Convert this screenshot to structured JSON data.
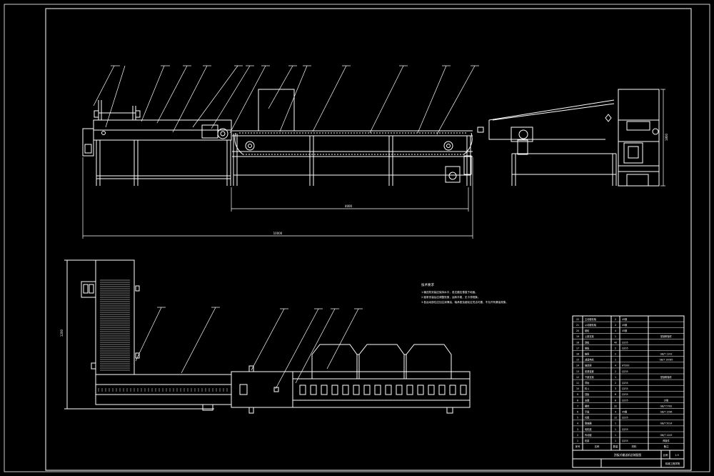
{
  "colors": {
    "background": "#000000",
    "line": "#ffffff"
  },
  "drawing": {
    "top_dims": {
      "inner": "4000",
      "overall": "10000",
      "height": "1800"
    },
    "bottom_dims": {
      "height": "1200"
    },
    "notes": {
      "heading": "技术要求",
      "lines": [
        "1.输送机安装应保持水平，各支腿应垂直于地面。",
        "2.链条安装后应调整张紧，运转平稳，无卡滞现象。",
        "3.各运动部位应加注润滑油，轴承座及链轮应灵活可靠，不允许有漏油现象。"
      ]
    }
  },
  "title_block": {
    "rows": [
      {
        "no": "22",
        "name": "主动链轮轴",
        "qty": "2",
        "mat": "45钢",
        "note": ""
      },
      {
        "no": "21",
        "name": "从动链轮轴",
        "qty": "2",
        "mat": "45钢",
        "note": ""
      },
      {
        "no": "20",
        "name": "链轮",
        "qty": "4",
        "mat": "45钢",
        "note": ""
      },
      {
        "no": "19",
        "name": "上部支架",
        "qty": "1",
        "mat": "",
        "note": "型钢焊接件"
      },
      {
        "no": "18",
        "name": "刮板",
        "qty": "40",
        "mat": "Q235",
        "note": ""
      },
      {
        "no": "17",
        "name": "侧板",
        "qty": "2",
        "mat": "Q235",
        "note": ""
      },
      {
        "no": "16",
        "name": "链条",
        "qty": "2",
        "mat": "",
        "note": "GB/T 1243"
      },
      {
        "no": "15",
        "name": "减速电机",
        "qty": "1",
        "mat": "",
        "note": "GB/T 10085"
      },
      {
        "no": "14",
        "name": "轴承座",
        "qty": "4",
        "mat": "HT200",
        "note": ""
      },
      {
        "no": "13",
        "name": "张紧装置",
        "qty": "2",
        "mat": "Q235",
        "note": ""
      },
      {
        "no": "12",
        "name": "下部支架",
        "qty": "1",
        "mat": "",
        "note": "型钢焊接件"
      },
      {
        "no": "11",
        "name": "导轨",
        "qty": "2",
        "mat": "Q235",
        "note": ""
      },
      {
        "no": "10",
        "name": "料斗",
        "qty": "3",
        "mat": "Q235",
        "note": ""
      },
      {
        "no": "9",
        "name": "挡板",
        "qty": "6",
        "mat": "Q235",
        "note": ""
      },
      {
        "no": "8",
        "name": "支腿",
        "qty": "8",
        "mat": "Q235",
        "note": "方管"
      },
      {
        "no": "7",
        "name": "螺栓",
        "qty": "32",
        "mat": "",
        "note": "GB/T 5782"
      },
      {
        "no": "6",
        "name": "平键",
        "qty": "4",
        "mat": "45钢",
        "note": "GB/T 1096"
      },
      {
        "no": "5",
        "name": "托辊",
        "qty": "12",
        "mat": "Q235",
        "note": ""
      },
      {
        "no": "4",
        "name": "联轴器",
        "qty": "1",
        "mat": "",
        "note": "GB/T 5014"
      },
      {
        "no": "3",
        "name": "电机座",
        "qty": "1",
        "mat": "Q235",
        "note": ""
      },
      {
        "no": "2",
        "name": "传动链",
        "qty": "1",
        "mat": "",
        "note": "GB/T 1243"
      },
      {
        "no": "1",
        "name": "机架",
        "qty": "1",
        "mat": "Q235",
        "note": "焊接件"
      }
    ],
    "header": {
      "no": "序号",
      "name": "名称",
      "qty": "数量",
      "mat": "材料",
      "note": "备注"
    },
    "title": "刮板式输送机总装配图",
    "scale_label": "比例",
    "scale": "1:5",
    "org": "机械工程学院"
  }
}
